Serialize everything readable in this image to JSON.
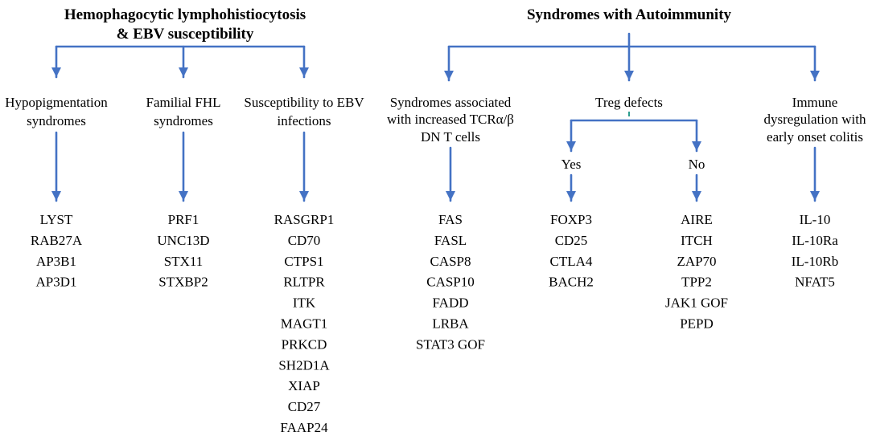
{
  "colors": {
    "connector": "#4472C4",
    "text": "#000000",
    "treg_tick": "#2E9E8F"
  },
  "left_group": {
    "title_line1": "Hemophagocytic lymphohistiocytosis",
    "title_line2": "& EBV susceptibility",
    "branches": [
      {
        "label": [
          "Hypopigmentation",
          "syndromes"
        ],
        "genes": [
          "LYST",
          "RAB27A",
          "AP3B1",
          "AP3D1"
        ]
      },
      {
        "label": [
          "Familial FHL",
          "syndromes"
        ],
        "genes": [
          "PRF1",
          "UNC13D",
          "STX11",
          "STXBP2"
        ]
      },
      {
        "label": [
          "Susceptibility to EBV",
          "infections"
        ],
        "genes": [
          "RASGRP1",
          "CD70",
          "CTPS1",
          "RLTPR",
          "ITK",
          "MAGT1",
          "PRKCD",
          "SH2D1A",
          "XIAP",
          "CD27",
          "FAAP24"
        ]
      }
    ]
  },
  "right_group": {
    "title": "Syndromes with Autoimmunity",
    "branches": [
      {
        "label": [
          "Syndromes associated",
          "with increased TCRα/β",
          "DN T cells"
        ],
        "genes": [
          "FAS",
          "FASL",
          "CASP8",
          "CASP10",
          "FADD",
          "LRBA",
          "STAT3 GOF"
        ]
      },
      {
        "label": [
          "Treg defects"
        ],
        "sub_branches": [
          {
            "label": "Yes",
            "genes": [
              "FOXP3",
              "CD25",
              "CTLA4",
              "BACH2"
            ]
          },
          {
            "label": "No",
            "genes": [
              "AIRE",
              "ITCH",
              "ZAP70",
              "TPP2",
              "JAK1 GOF",
              "PEPD"
            ]
          }
        ]
      },
      {
        "label": [
          "Immune",
          "dysregulation with",
          "early onset colitis"
        ],
        "genes": [
          "IL-10",
          "IL-10Ra",
          "IL-10Rb",
          "NFAT5"
        ]
      }
    ]
  }
}
